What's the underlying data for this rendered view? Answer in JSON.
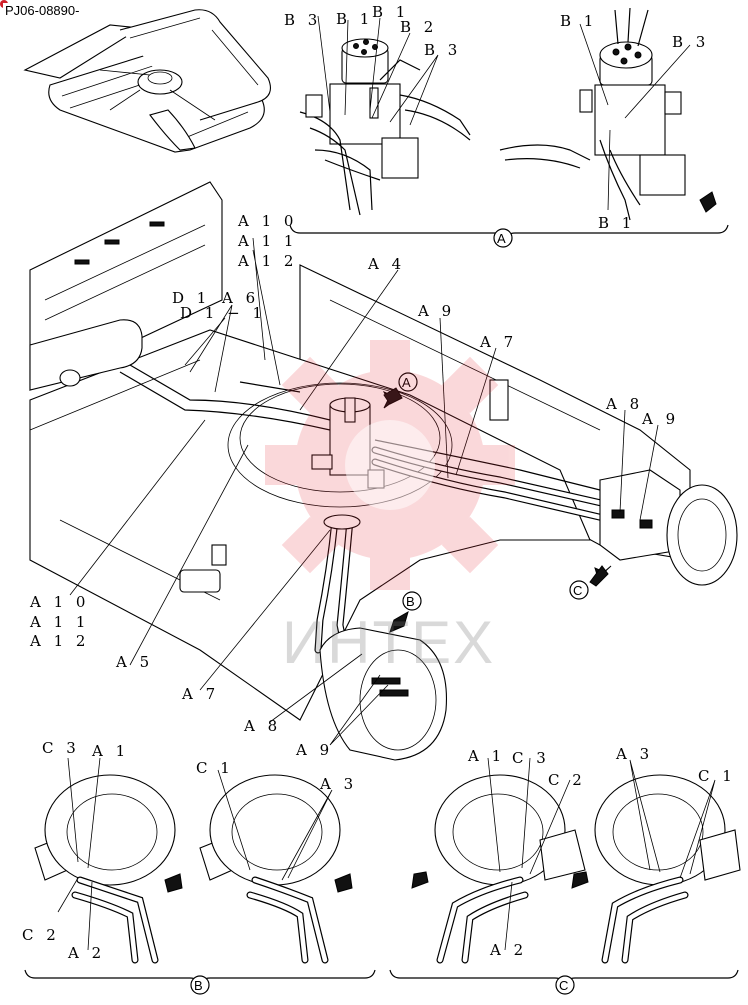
{
  "document": {
    "part_code": "PJ06-08890-",
    "watermark_text": "ИНТЕХ",
    "watermark_color": "#e8303a",
    "badge_color": "#d0202a"
  },
  "callouts": {
    "b3": "B 3",
    "b1": "B 1",
    "b2": "B 2",
    "a1": "A 1",
    "a2": "A 2",
    "a3": "A 3",
    "a4": "A 4",
    "a5": "A 5",
    "a6": "A 6",
    "a7": "A 7",
    "a8": "A 8",
    "a9": "A 9",
    "a10": "A 1 0",
    "a11": "A 1 1",
    "a12": "A 1 2",
    "c1": "C 1",
    "c2": "C 2",
    "c3": "C 3",
    "d1": "D 1",
    "d1_1": "D 1 − 1"
  },
  "views": {
    "a": "A",
    "b": "B",
    "c": "C"
  }
}
